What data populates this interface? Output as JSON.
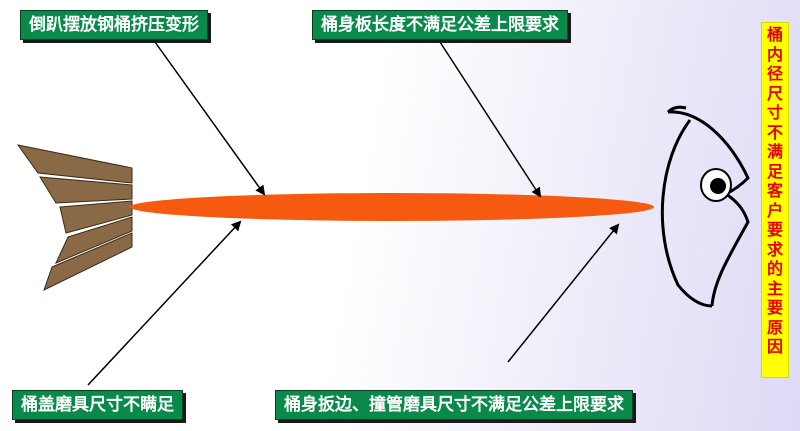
{
  "labels": {
    "top_left": "倒趴摆放钢桶挤压变形",
    "top_right": "桶身板长度不满足公差上限要求",
    "bottom_left": "桶盖磨具尺寸不瞒足",
    "bottom_right": "桶身扳边、撞管磨具尺寸不满足公差上限要求"
  },
  "title_vertical": "桶内径尺寸不满足客户要求的主要原因",
  "colors": {
    "label_bg": "#0a8a4a",
    "label_text": "#ffffff",
    "spine": "#f55a10",
    "title_bg": "#ffff00",
    "title_text": "#e60000",
    "tail_fin": "#8a6a46"
  }
}
